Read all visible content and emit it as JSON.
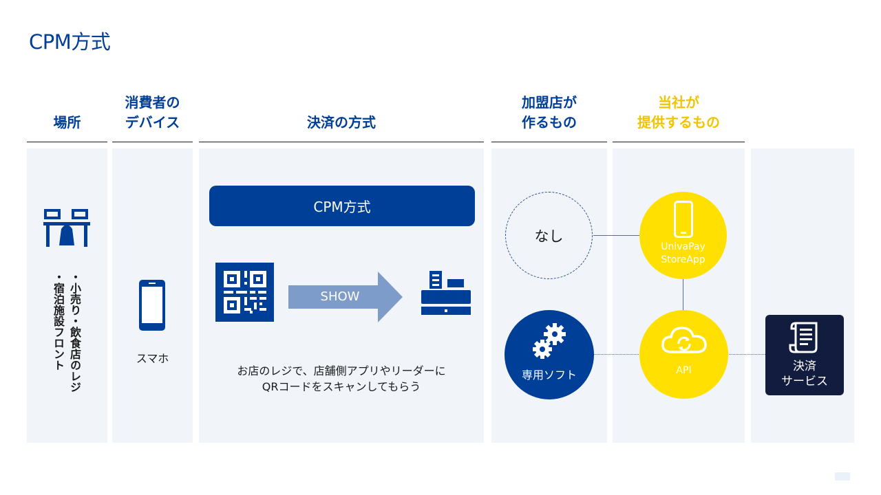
{
  "page": {
    "title": "CPM方式"
  },
  "headers": {
    "place": "場所",
    "device_line1": "消費者の",
    "device_line2": "デバイス",
    "method": "決済の方式",
    "merchant_line1": "加盟店が",
    "merchant_line2": "作るもの",
    "company_line1": "当社が",
    "company_line2": "提供するもの"
  },
  "place": {
    "item1": "・小売り・飲食店のレジ",
    "item2": "・宿泊施設フロント"
  },
  "device": {
    "label": "スマホ"
  },
  "method": {
    "pill_label": "CPM方式",
    "arrow_label": "SHOW",
    "desc_line1": "お店のレジで、店舗側アプリやリーダーに",
    "desc_line2": "QRコードをスキャンしてもらう"
  },
  "merchant": {
    "none_label": "なし",
    "software_label": "専用ソフト"
  },
  "company": {
    "app_line1": "UnivaPay",
    "app_line2": "StoreApp",
    "api_label": "API"
  },
  "settlement": {
    "line1": "決済",
    "line2": "サービス"
  },
  "colors": {
    "brand_blue": "#003f98",
    "accent_yellow": "#ffe000",
    "gold_text": "#f2c400",
    "dark_navy": "#121c3e",
    "panel_bg": "#f1f4f9",
    "arrow_blue": "#7e9cc9"
  }
}
